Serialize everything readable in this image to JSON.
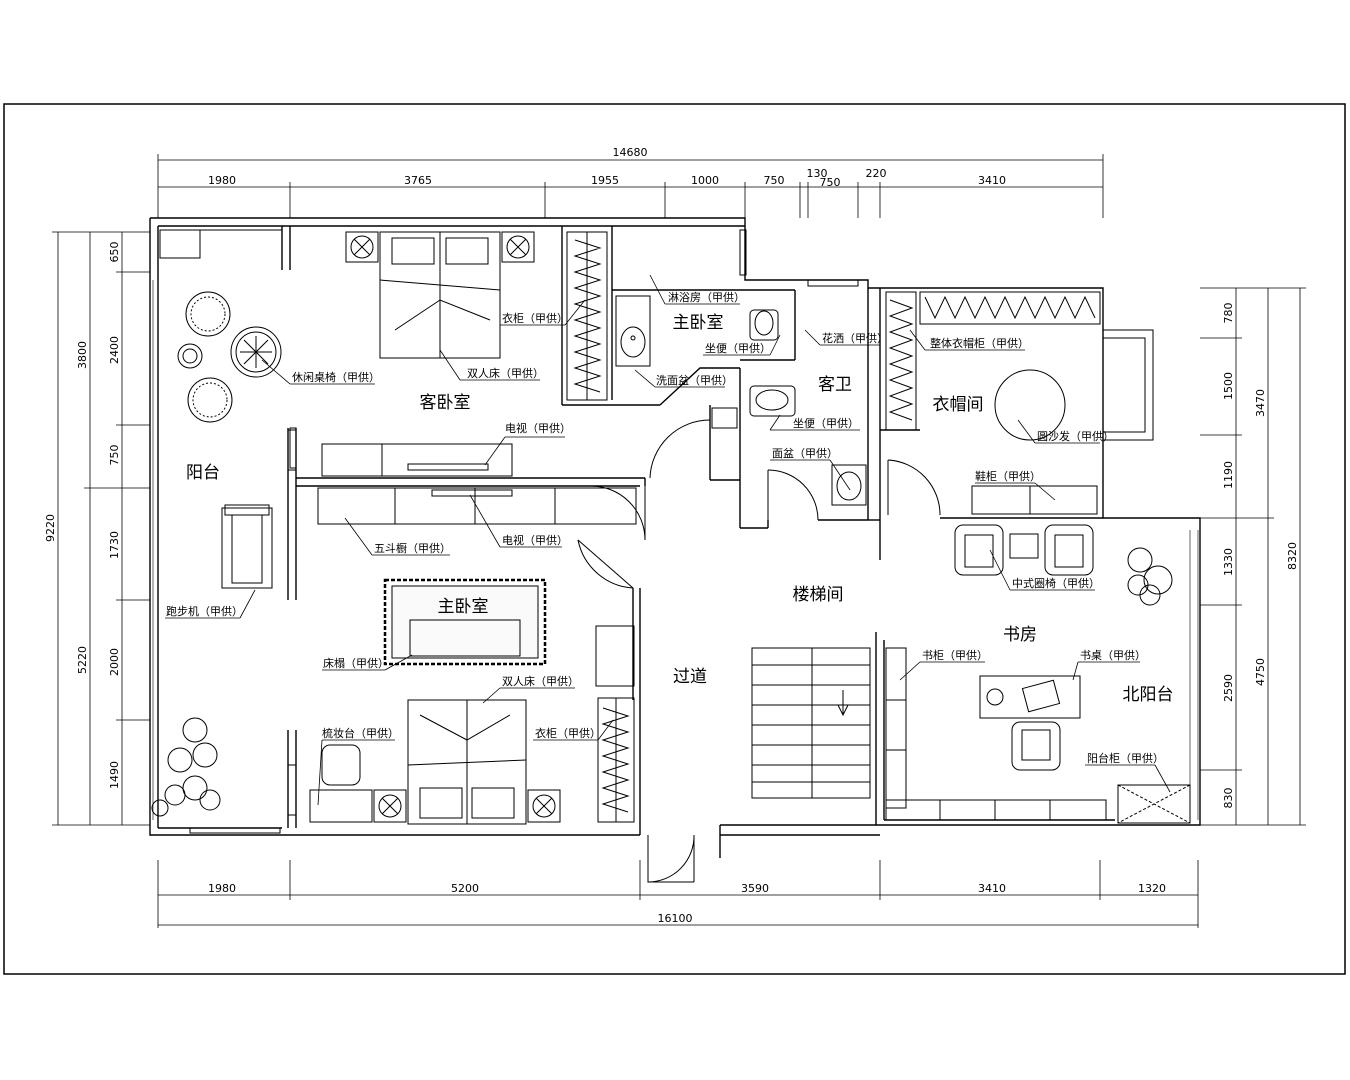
{
  "dimensions": {
    "overall_top": "14680",
    "overall_bottom": "16100",
    "top": [
      "1980",
      "3765",
      "1955",
      "1000",
      "750",
      "130",
      "750",
      "220",
      "3410"
    ],
    "bottom": [
      "1980",
      "5200",
      "3590",
      "3410",
      "1320"
    ],
    "left_outer": [
      "9220"
    ],
    "left_mid": [
      "3800",
      "5220"
    ],
    "left_inner": [
      "650",
      "2400",
      "750",
      "1730",
      "2000",
      "1490"
    ],
    "right_outer": [
      "8320"
    ],
    "right_mid": [
      "3470",
      "4750"
    ],
    "right_inner": [
      "780",
      "1500",
      "1190",
      "1330",
      "2590",
      "830"
    ]
  },
  "rooms": {
    "guest_bedroom": "客卧室",
    "master_bedroom_top": "主卧室",
    "master_bedroom": "主卧室",
    "guest_bath": "客卫",
    "cloakroom": "衣帽间",
    "balcony": "阳台",
    "stairwell": "楼梯间",
    "study": "书房",
    "corridor": "过道",
    "north_balcony": "北阳台"
  },
  "labels": {
    "leisure_table": "休闲桌椅（甲供）",
    "double_bed_guest": "双人床（甲供）",
    "wardrobe_guest": "衣柜（甲供）",
    "shower": "淋浴房（甲供）",
    "toilet_master": "坐便（甲供）",
    "washbasin": "洗面盆（甲供）",
    "shower_head": "花洒（甲供）",
    "wardrobe_integrated": "整体衣帽柜（甲供）",
    "round_sofa": "圆沙发（甲供）",
    "toilet_guest": "坐便（甲供）",
    "basin_guest": "面盆（甲供）",
    "shoe_cabinet": "鞋柜（甲供）",
    "tv_guest": "电视（甲供）",
    "tv_master": "电视（甲供）",
    "chest_drawers": "五斗橱（甲供）",
    "chinese_chairs": "中式圈椅（甲供）",
    "treadmill": "跑步机（甲供）",
    "bed_bench": "床榻（甲供）",
    "double_bed_master": "双人床（甲供）",
    "dresser": "梳妆台（甲供）",
    "wardrobe_master": "衣柜（甲供）",
    "bookcase": "书柜（甲供）",
    "desk": "书桌（甲供）",
    "balcony_cabinet": "阳台柜（甲供）"
  }
}
